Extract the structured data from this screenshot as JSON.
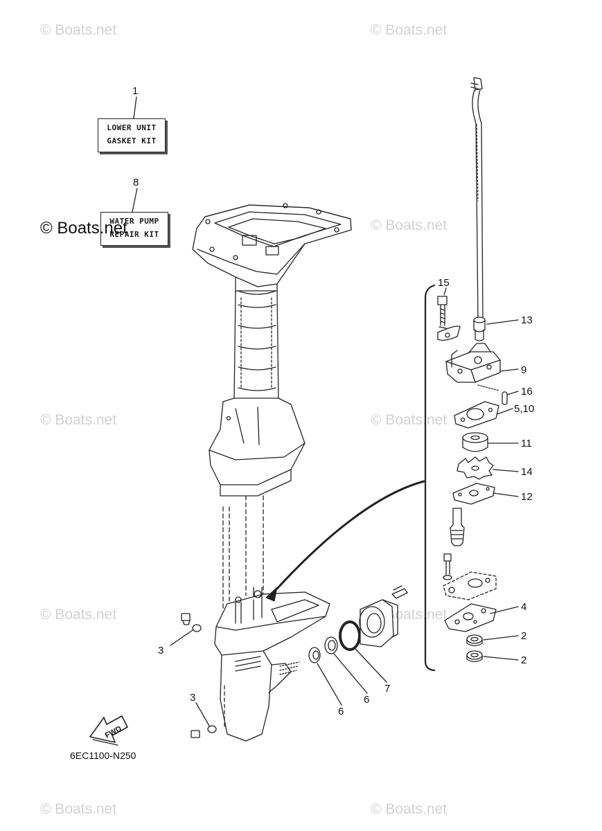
{
  "watermark": "© Boats.net",
  "diagram_code": "6EC1100-N250",
  "fwd_label": "FWD",
  "kits": [
    {
      "ref": "1",
      "line1": "LOWER UNIT",
      "line2": "GASKET KIT"
    },
    {
      "ref": "8",
      "line1": "WATER PUMP",
      "line2": "REPAIR KIT"
    }
  ],
  "callouts": [
    {
      "id": "c15",
      "text": "15"
    },
    {
      "id": "c13",
      "text": "13"
    },
    {
      "id": "c9",
      "text": "9"
    },
    {
      "id": "c16",
      "text": "16"
    },
    {
      "id": "c5_10",
      "text": "5,10"
    },
    {
      "id": "c11",
      "text": "11"
    },
    {
      "id": "c14",
      "text": "14"
    },
    {
      "id": "c12",
      "text": "12"
    },
    {
      "id": "c4",
      "text": "4"
    },
    {
      "id": "c2a",
      "text": "2"
    },
    {
      "id": "c2b",
      "text": "2"
    },
    {
      "id": "c3a",
      "text": "3"
    },
    {
      "id": "c3b",
      "text": "3"
    },
    {
      "id": "c7",
      "text": "7"
    },
    {
      "id": "c6a",
      "text": "6"
    },
    {
      "id": "c6b",
      "text": "6"
    }
  ]
}
